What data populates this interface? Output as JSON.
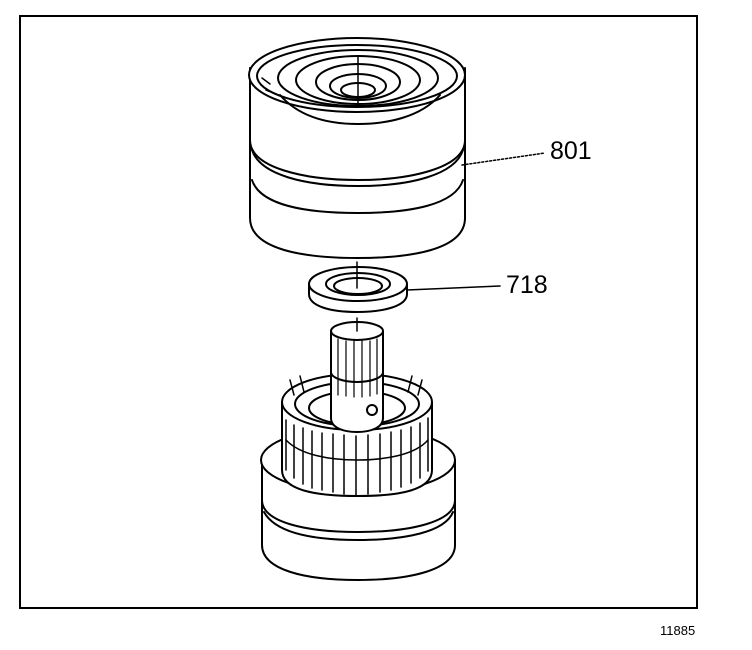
{
  "diagram": {
    "callouts": [
      {
        "id": "801",
        "label": "801"
      },
      {
        "id": "718",
        "label": "718"
      }
    ],
    "figure_number": "11885"
  },
  "colors": {
    "line": "#000000",
    "background": "#ffffff"
  }
}
